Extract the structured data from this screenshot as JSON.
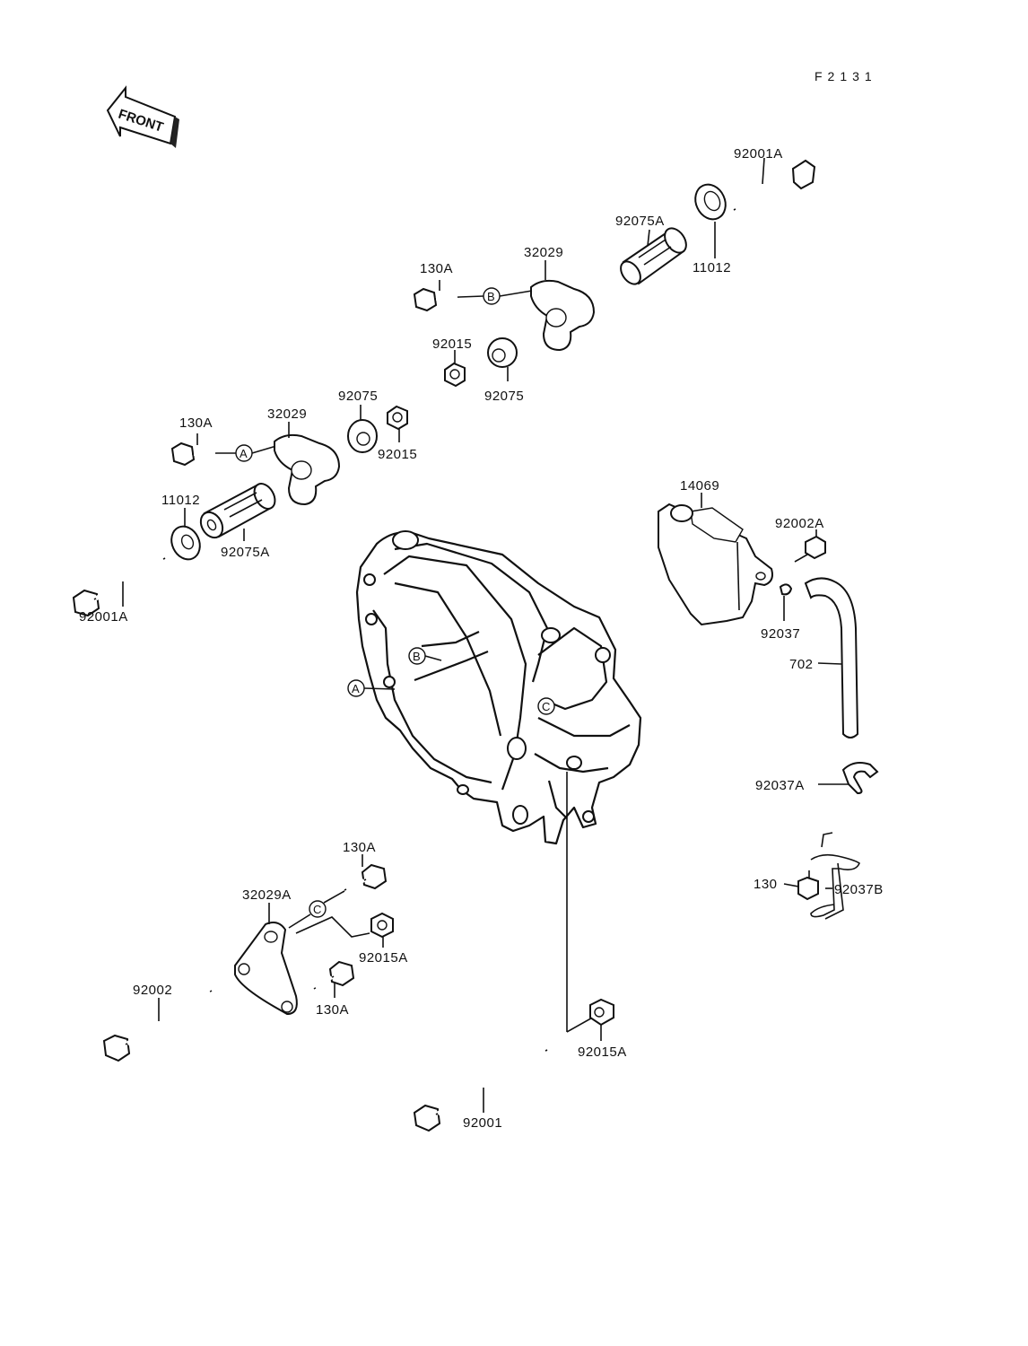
{
  "diagram_ref": "F2131",
  "front_label": "FRONT",
  "circle_refs": {
    "a": "A",
    "b": "B",
    "c": "C"
  },
  "parts": {
    "bolt_92001A_top": "92001A",
    "collar_92075A_top": "92075A",
    "washer_11012_top": "11012",
    "bracket_32029_top": "32029",
    "bolt_130A_top": "130A",
    "nut_92015_top": "92015",
    "bushing_92075_top": "92075",
    "bolt_130A_mid": "130A",
    "bracket_32029_mid": "32029",
    "bushing_92075_mid": "92075",
    "nut_92015_mid": "92015",
    "washer_11012_left": "11012",
    "collar_92075A_left": "92075A",
    "bolt_92001A_left": "92001A",
    "reservoir_14069": "14069",
    "bolt_92002A": "92002A",
    "clamp_92037": "92037",
    "hose_702": "702",
    "clamp_92037A": "92037A",
    "bolt_130": "130",
    "bracket_92037B": "92037B",
    "bolt_130A_lower_top": "130A",
    "bracket_32029A": "32029A",
    "nut_92015A_lower": "92015A",
    "bolt_92002": "92002",
    "bolt_130A_lower_bottom": "130A",
    "nut_92015A_bottom": "92015A",
    "bolt_92001_bottom": "92001"
  }
}
